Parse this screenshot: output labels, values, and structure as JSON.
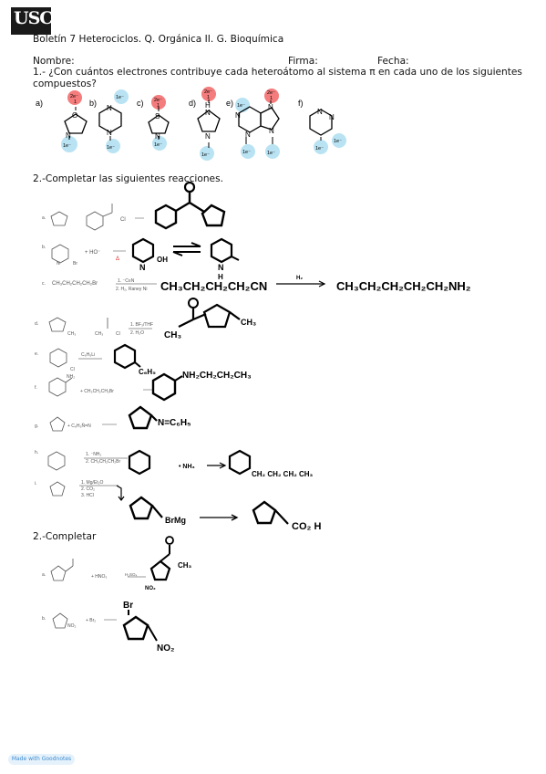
{
  "header": {
    "logo": "USC",
    "course_line": "Boletín 7 Heterociclos. Q. Orgánica II. G. Bioquímica",
    "name_label": "Nombre:",
    "signature_label": "Firma:",
    "date_label": "Fecha:"
  },
  "question1": {
    "text_line1": "1.- ¿Con cuántos electrones contribuye cada heteroátomo al sistema π en cada uno de los siguientes",
    "text_line2": "compuestos?",
    "labels": [
      "a)",
      "b)",
      "c)",
      "d)",
      "e)",
      "f)"
    ],
    "pi_two": "2e⁻",
    "pi_one": "1e⁻",
    "one": "1"
  },
  "question2": {
    "title": "2.-Completar las siguientes reacciones.",
    "items": {
      "a": {
        "label": "a.",
        "reagent": "Cl"
      },
      "b": {
        "label": "b.",
        "n": "N",
        "br": "Br",
        "plus_ho": "+ HO⁻",
        "delta": "Δ",
        "oh": "OH",
        "h": "H"
      },
      "c": {
        "label": "c.",
        "start": "CH₃CH₂CH₂CH₂Br",
        "cond1": "1. ⁻C≡N",
        "cond2": "2. H₂, Raney Ni",
        "intermediate": "CH₃CH₂CH₂CH₂CN",
        "reagent2": "H₂",
        "product": "CH₃CH₂CH₂CH₂CH₂NH₂"
      },
      "d": {
        "label": "d.",
        "ch3": "CH₃",
        "cl": "Cl",
        "cond1": "1. BF₃/THF",
        "cond2": "2. H₂O"
      },
      "e": {
        "label": "e.",
        "reagent": "C₆H₅Li",
        "cl": "Cl",
        "c6h5": "C₆H₅"
      },
      "f": {
        "label": "f.",
        "nh2": "NH₂",
        "reagent": "+ CH₃CH₂CH₂Br",
        "product": "NH₂CH₂CH₂CH₃"
      },
      "g": {
        "label": "g.",
        "reagent": "+ C₆H₅N̄=N",
        "product": "N=C₆H₅"
      },
      "h": {
        "label": "h.",
        "cond1": "1. ⁻NH₂",
        "cond2": "2. CH₃CH₂CH₂Br",
        "nh3": "• NH₃",
        "product": "CH₂ CH₂ CH₂ CH₃"
      },
      "i": {
        "label": "i.",
        "cond1": "1. Mg/Et₂O",
        "cond2": "2. CO₂",
        "cond3": "3. HCl",
        "grignard": "BrMg",
        "product": "CO₂ H"
      }
    }
  },
  "question3": {
    "title": "2.-Completar",
    "items": {
      "a": {
        "label": "a.",
        "reagent": "+ HNO₃",
        "cond": "H₂SO₄",
        "no2": "NO₂",
        "ch3": "CH₃"
      },
      "b": {
        "label": "b.",
        "no2": "NO₂",
        "reagent": "+ Br₂",
        "br": "Br",
        "product_no2": "NO₂"
      }
    }
  },
  "footer": {
    "badge": "Made with Goodnotes"
  },
  "colors": {
    "red_highlight": "#f47c7c",
    "blue_highlight": "#b9e3f3",
    "ink": "#000000"
  }
}
